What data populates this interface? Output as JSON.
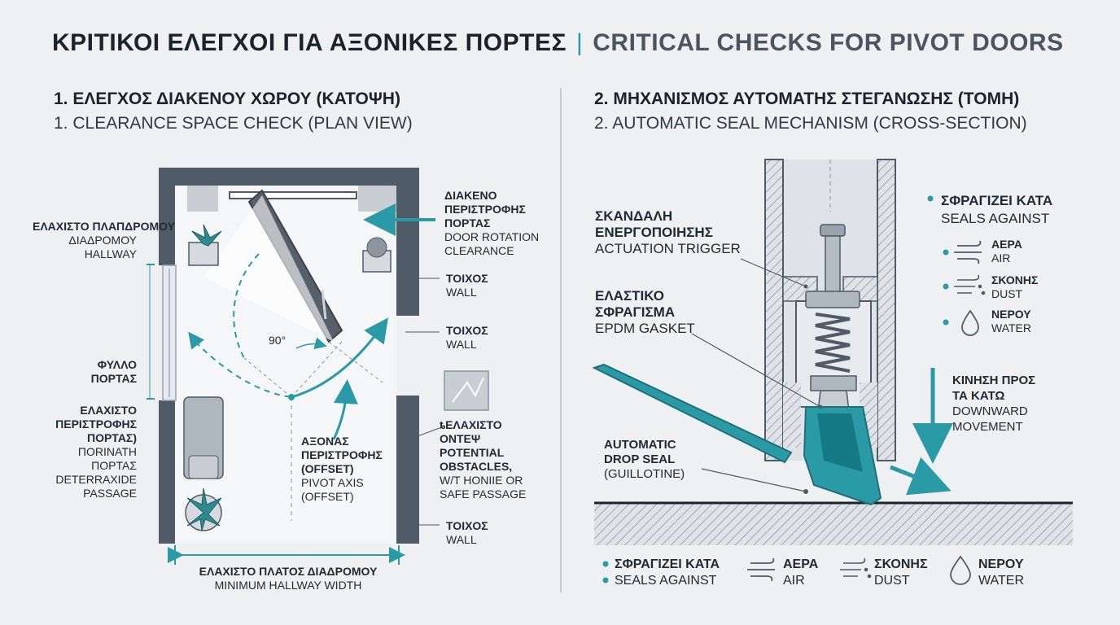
{
  "title": {
    "greek": "ΚΡΙΤΙΚΟΙ ΕΛΕΓΧΟΙ ΓΙΑ ΑΞΟΝΙΚΕΣ ΠΟΡΤΕΣ",
    "separator": "|",
    "english": "CRITICAL CHECKS FOR PIVOT DOORS"
  },
  "section1": {
    "title_greek": "1. ΕΛΕΓΧΟΣ ΔΙΑΚΕΝΟΥ ΧΩΡΟΥ (ΚΑΤΟΨΗ)",
    "title_english": "1. CLEARANCE SPACE CHECK (PLAN VIEW)",
    "labels": {
      "min_hallway": {
        "greek": "ΕΛΑΧΙΣΤΟ ΠΛΑΠΔΡΟΜΟΥ",
        "greek2": "ΔΙΑΔΡΟΜΟΥ",
        "english": "HALLWAY"
      },
      "door_leaf": {
        "line1": "ΦΥΛΛΟ",
        "line2": "ΠΟΡΤΑΣ"
      },
      "min_rotation": {
        "l1": "ΕΛΑΧΙΣΤΟ",
        "l2": "ΠΕΡΙΣΤΡΟΦΗΣ",
        "l3": "ΠΟΡΤΑΣ)",
        "l4": "ΠΟRΙΝΑΤΗ",
        "l5": "ΠΟΡΤΑΣ",
        "l6": "DETERRAXIDE",
        "l7": "PASSAGE"
      },
      "rotation_clearance": {
        "g1": "ΔΙΑΚΕΝΟ",
        "g2": "ΠΕΡΙΣΤΡΟΦΗΣ",
        "g3": "ΠΟΡΤΑΣ",
        "e1": "DOOR ROTATION",
        "e2": "CLEARANCE"
      },
      "wall1": {
        "greek": "ΤΟΙΧΟΣ",
        "english": "WALL"
      },
      "wall2": {
        "greek": "ΤΟΙΧΟΣ",
        "english": "WALL"
      },
      "wall3": {
        "greek": "ΤΟΙΧΟΣ",
        "english": "WALL"
      },
      "obstacles": {
        "l1": "ȶΕΛΑΧΙΣΤΟ",
        "l2": "ΟΝΤΕΨ",
        "l3": "POTENTIAL",
        "l4": "OBSTACLES,",
        "l5": "W/T HONIIE OR",
        "l6": "SAFE PASSAGE"
      },
      "pivot_axis": {
        "g1": "ΑΞΟΝΑΣ",
        "g2": "ΠΕΡΙΣΤΡΟΦΗΣ",
        "g3": "(OFFSET)",
        "e1": "PIVOT AXIS",
        "e2": "(OFFSET)"
      },
      "angle": "90°",
      "min_width": {
        "greek": "ΕΛΑΧΙΣΤΟ ΠΛΑΤΟΣ ΔΙΑΔΡΟΜΟΥ",
        "english": "MINIMUM HALLWAY WIDTH"
      }
    }
  },
  "section2": {
    "title_greek": "2. ΜΗΧΑΝΙΣΜΟΣ ΑΥΤΟΜΑΤΗΣ ΣΤΕΓΑΝΩΣΗΣ (ΤΟΜΗ)",
    "title_english": "2. AUTOMATIC SEAL MECHANISM (CROSS-SECTION)",
    "labels": {
      "trigger": {
        "g1": "ΣΚΑΝΔΑΛΗ",
        "g2": "ΕΝΕΡΓΟΠΟΙΗΣΗΣ",
        "english": "ACTUATION TRIGGER"
      },
      "gasket": {
        "g1": "ΕΛΑΣΤΙΚΟ",
        "g2": "ΣΦΡΑΓΙΣΜΑ",
        "english": "EPDM GASKET"
      },
      "drop_seal": {
        "l1": "AUTOMATIC",
        "l2": "DROP SEAL",
        "l3": "(GUILLOTINE)"
      },
      "downward": {
        "g1": "ΚΙΝΗΣΗ ΠΡΟΣ",
        "g2": "ΤΑ ΚΑΤΩ",
        "e1": "DOWNWARD",
        "e2": "MOVEMENT"
      },
      "seals_against": {
        "greek": "ΣΦΡΑΓΙΖΕΙ ΚΑΤΑ",
        "english": "SEALS AGAINST"
      },
      "air": {
        "greek": "ΑΕΡΑ",
        "english": "AIR"
      },
      "dust": {
        "greek": "ΣΚΟΝΗΣ",
        "english": "DUST"
      },
      "water": {
        "greek": "ΝΕΡΟΥ",
        "english": "WATER"
      }
    }
  },
  "legend": {
    "seals_greek": "ΣΦΡΑΓΙΖΕΙ ΚΑΤΑ",
    "seals_english": "SEALS AGAINST",
    "air": {
      "greek": "ΑΕΡΑ",
      "english": "AIR"
    },
    "dust": {
      "greek": "ΣΚΟΝΗΣ",
      "english": "DUST"
    },
    "water": {
      "greek": "ΝΕΡΟΥ",
      "english": "WATER"
    }
  },
  "colors": {
    "accent": "#2a9aa6",
    "wall": "#4f5b66",
    "dark": "#1b232b",
    "light_wall": "#dfe3e7"
  }
}
